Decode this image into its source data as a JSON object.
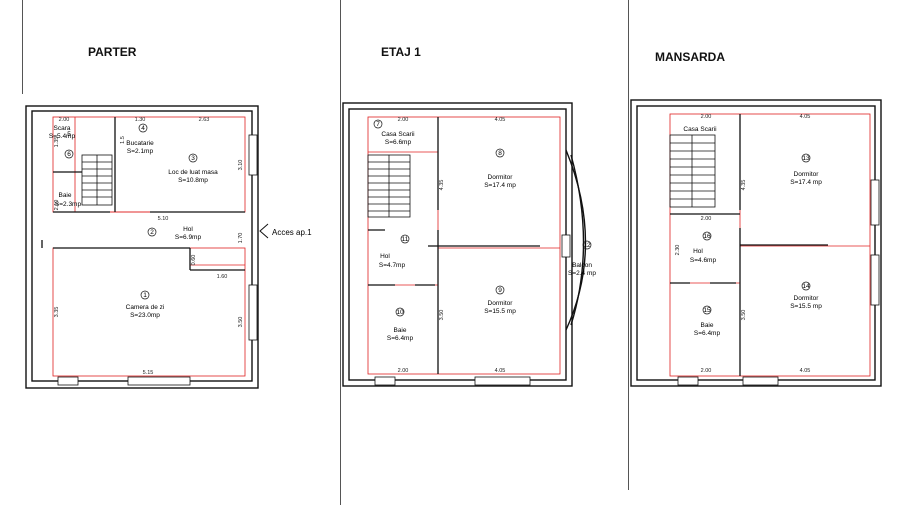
{
  "titles": {
    "parter": "PARTER",
    "etaj1": "ETAJ 1",
    "mansarda": "MANSARDA"
  },
  "access_label": "Acces ap.1",
  "parter": {
    "rooms": [
      {
        "num": "5",
        "name": "Scara",
        "area": "S=5.4mp"
      },
      {
        "num": "4",
        "name": "Bucatarie",
        "area": "S=2.1mp"
      },
      {
        "num": "3",
        "name": "Loc de luat masa",
        "area": "S=10.8mp"
      },
      {
        "num": "6",
        "name": "Baie",
        "area": "S=2.3mp"
      },
      {
        "num": "2",
        "name": "Hol",
        "area": "S=6.9mp"
      },
      {
        "num": "1",
        "name": "Camera de zi",
        "area": "S=23.0mp"
      }
    ],
    "dims": {
      "top_a": "2.00",
      "top_b": "1.30",
      "top_c": "2.63",
      "mid_w": "5.10",
      "bottom": "5.15",
      "left_a": "1.35",
      "left_b": "2.10",
      "left_c": "3.35",
      "right_a": "3.10",
      "right_b": "1.70",
      "right_c": "3.50",
      "step_h": "0.60",
      "step_w": "1.60",
      "inner_v": "1.5"
    }
  },
  "etaj1": {
    "rooms": [
      {
        "num": "7",
        "name": "Casa Scarii",
        "area": "S=6.6mp"
      },
      {
        "num": "8",
        "name": "Dormitor",
        "area": "S=17.4 mp"
      },
      {
        "num": "11",
        "name": "Hol",
        "area": "S=4.7mp"
      },
      {
        "num": "12",
        "name": "Balcon",
        "area": "S=2.4 mp"
      },
      {
        "num": "9",
        "name": "Dormitor",
        "area": "S=15.5 mp"
      },
      {
        "num": "10",
        "name": "Baie",
        "area": "S=6.4mp"
      }
    ],
    "dims": {
      "top_a": "2.00",
      "top_b": "4.05",
      "bottom_a": "2.00",
      "bottom_b": "4.05",
      "v_a": "4.35",
      "v_b": "3.50"
    }
  },
  "mansarda": {
    "rooms": [
      {
        "num": "",
        "name": "Casa Scarii",
        "area": ""
      },
      {
        "num": "13",
        "name": "Dormitor",
        "area": "S=17.4 mp"
      },
      {
        "num": "16",
        "name": "Hol",
        "area": "S=4.6mp"
      },
      {
        "num": "14",
        "name": "Dormitor",
        "area": "S=15.5 mp"
      },
      {
        "num": "15",
        "name": "Baie",
        "area": "S=6.4mp"
      }
    ],
    "dims": {
      "top_a": "2.00",
      "top_b": "4.05",
      "mid": "2.00",
      "bottom_a": "2.00",
      "bottom_b": "4.05",
      "v_a": "4.35",
      "v_b": "2.30",
      "v_c": "3.50"
    }
  }
}
